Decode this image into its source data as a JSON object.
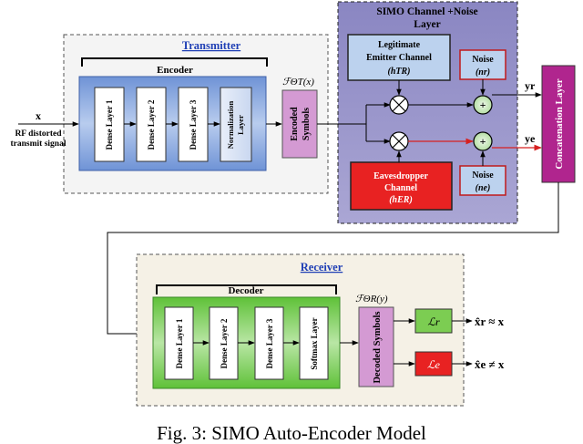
{
  "transmitter": {
    "title": "Transmitter",
    "encoder_label": "Encoder",
    "dense_layers": [
      "Dense Layer 1",
      "Dense Layer 2",
      "Dense Layer 3"
    ],
    "normalization_layer": [
      "Normalization",
      "Layer"
    ],
    "fx_label": "ℱΘT(x)",
    "encoded_symbols": [
      "Encoded",
      "Symbols"
    ]
  },
  "input": {
    "x": "x",
    "rf_label": [
      "RF distorted",
      "transmit signal"
    ]
  },
  "channel": {
    "title": [
      "SIMO Channel +Noise",
      "Layer"
    ],
    "legit": [
      "Legitimate",
      "Emitter Channel",
      "(hTR)"
    ],
    "eve": [
      "Eavesdropper",
      "Channel",
      "(hER)"
    ],
    "noise_r": [
      "Noise",
      "(nr)"
    ],
    "noise_e": [
      "Noise",
      "(ne)"
    ],
    "multiply": "⊗",
    "plus": "+",
    "yr": "yr",
    "ye": "ye"
  },
  "concat": {
    "label": "Concatenation Layer"
  },
  "receiver": {
    "title": "Receiver",
    "decoder_label": "Decoder",
    "dense_layers": [
      "Dense Layer 1",
      "Dense Layer 2",
      "Dense Layer 3"
    ],
    "softmax": "Softmax Layer",
    "fy_label": "ℱΘR(y)",
    "decoded_symbols": "Decoded Symbols",
    "loss_r": "ℒr",
    "loss_e": "ℒe",
    "out_r": "x̂r ≈ x",
    "out_e": "x̂e ≠ x"
  },
  "caption": "Fig. 3: SIMO Auto-Encoder Model",
  "colors": {
    "encoder_fill": "#7fa3de",
    "decoder_fill": "#7ccd52",
    "channel_bg": "#9b96c9",
    "concat_fill": "#b0258e",
    "legit_fill": "#bcd2ee",
    "eve_fill": "#e82222",
    "noise_fill": "#bcd2ee",
    "plus_fill": "#cde6c2",
    "encoded_fill": "#d49ad3",
    "loss_r_fill": "#7ccd52",
    "loss_e_fill": "#e82222",
    "red_line": "#d62020"
  }
}
